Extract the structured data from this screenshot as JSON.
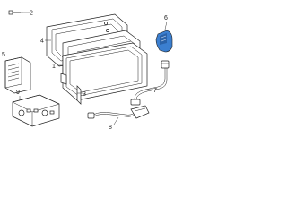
{
  "callouts": [
    {
      "id": "2",
      "label": "2"
    },
    {
      "id": "3",
      "label": "3"
    },
    {
      "id": "4",
      "label": "4"
    },
    {
      "id": "1",
      "label": "1"
    },
    {
      "id": "5",
      "label": "5"
    },
    {
      "id": "6",
      "label": "6"
    },
    {
      "id": "7",
      "label": "7"
    },
    {
      "id": "8",
      "label": "8"
    },
    {
      "id": "9",
      "label": "9"
    }
  ],
  "colors": {
    "line": "#222222",
    "highlight": "#3b7fd0",
    "background": "#ffffff"
  }
}
